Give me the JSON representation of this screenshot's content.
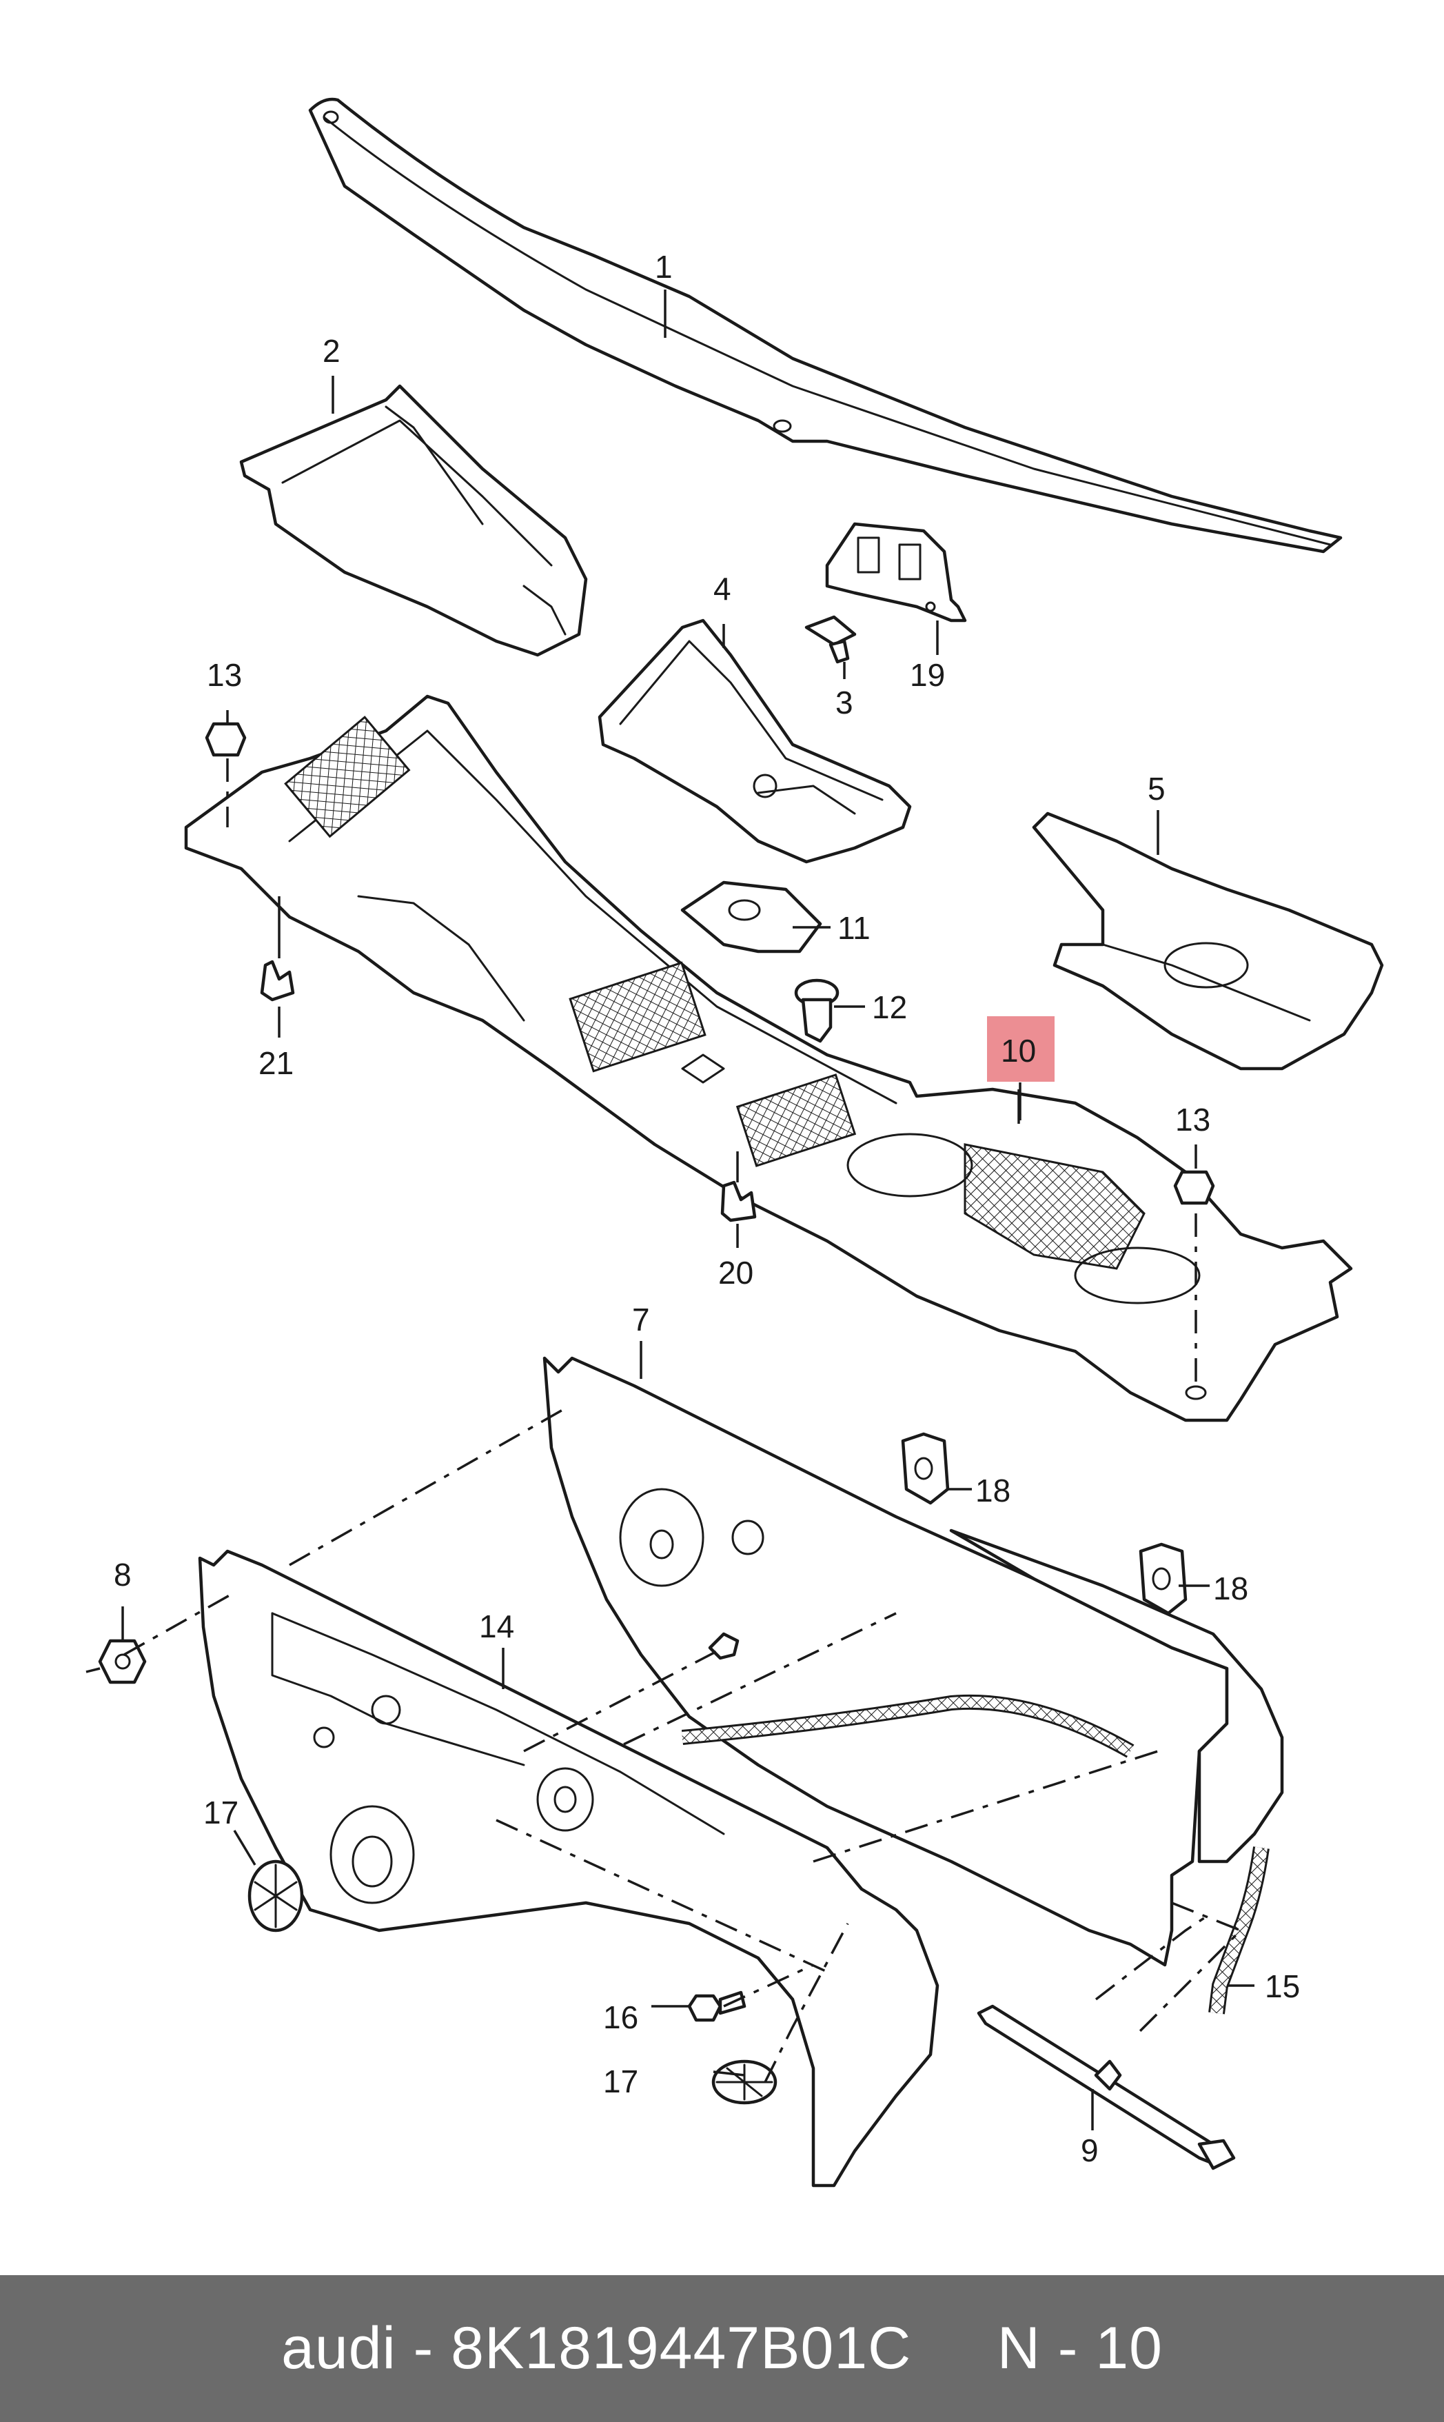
{
  "diagram": {
    "callouts": {
      "c1": "1",
      "c2": "2",
      "c3": "3",
      "c4": "4",
      "c5": "5",
      "c7": "7",
      "c8": "8",
      "c9": "9",
      "c10": "10",
      "c11": "11",
      "c12": "12",
      "c13a": "13",
      "c13b": "13",
      "c14": "14",
      "c15": "15",
      "c16": "16",
      "c17a": "17",
      "c17b": "17",
      "c18a": "18",
      "c18b": "18",
      "c19": "19",
      "c20": "20",
      "c21": "21"
    },
    "highlighted_callout": "10",
    "highlight_color": "#ec8e93"
  },
  "footer": {
    "text": "audi - 8K1819447B01C     N - 10",
    "background": "#6b6b6b"
  }
}
